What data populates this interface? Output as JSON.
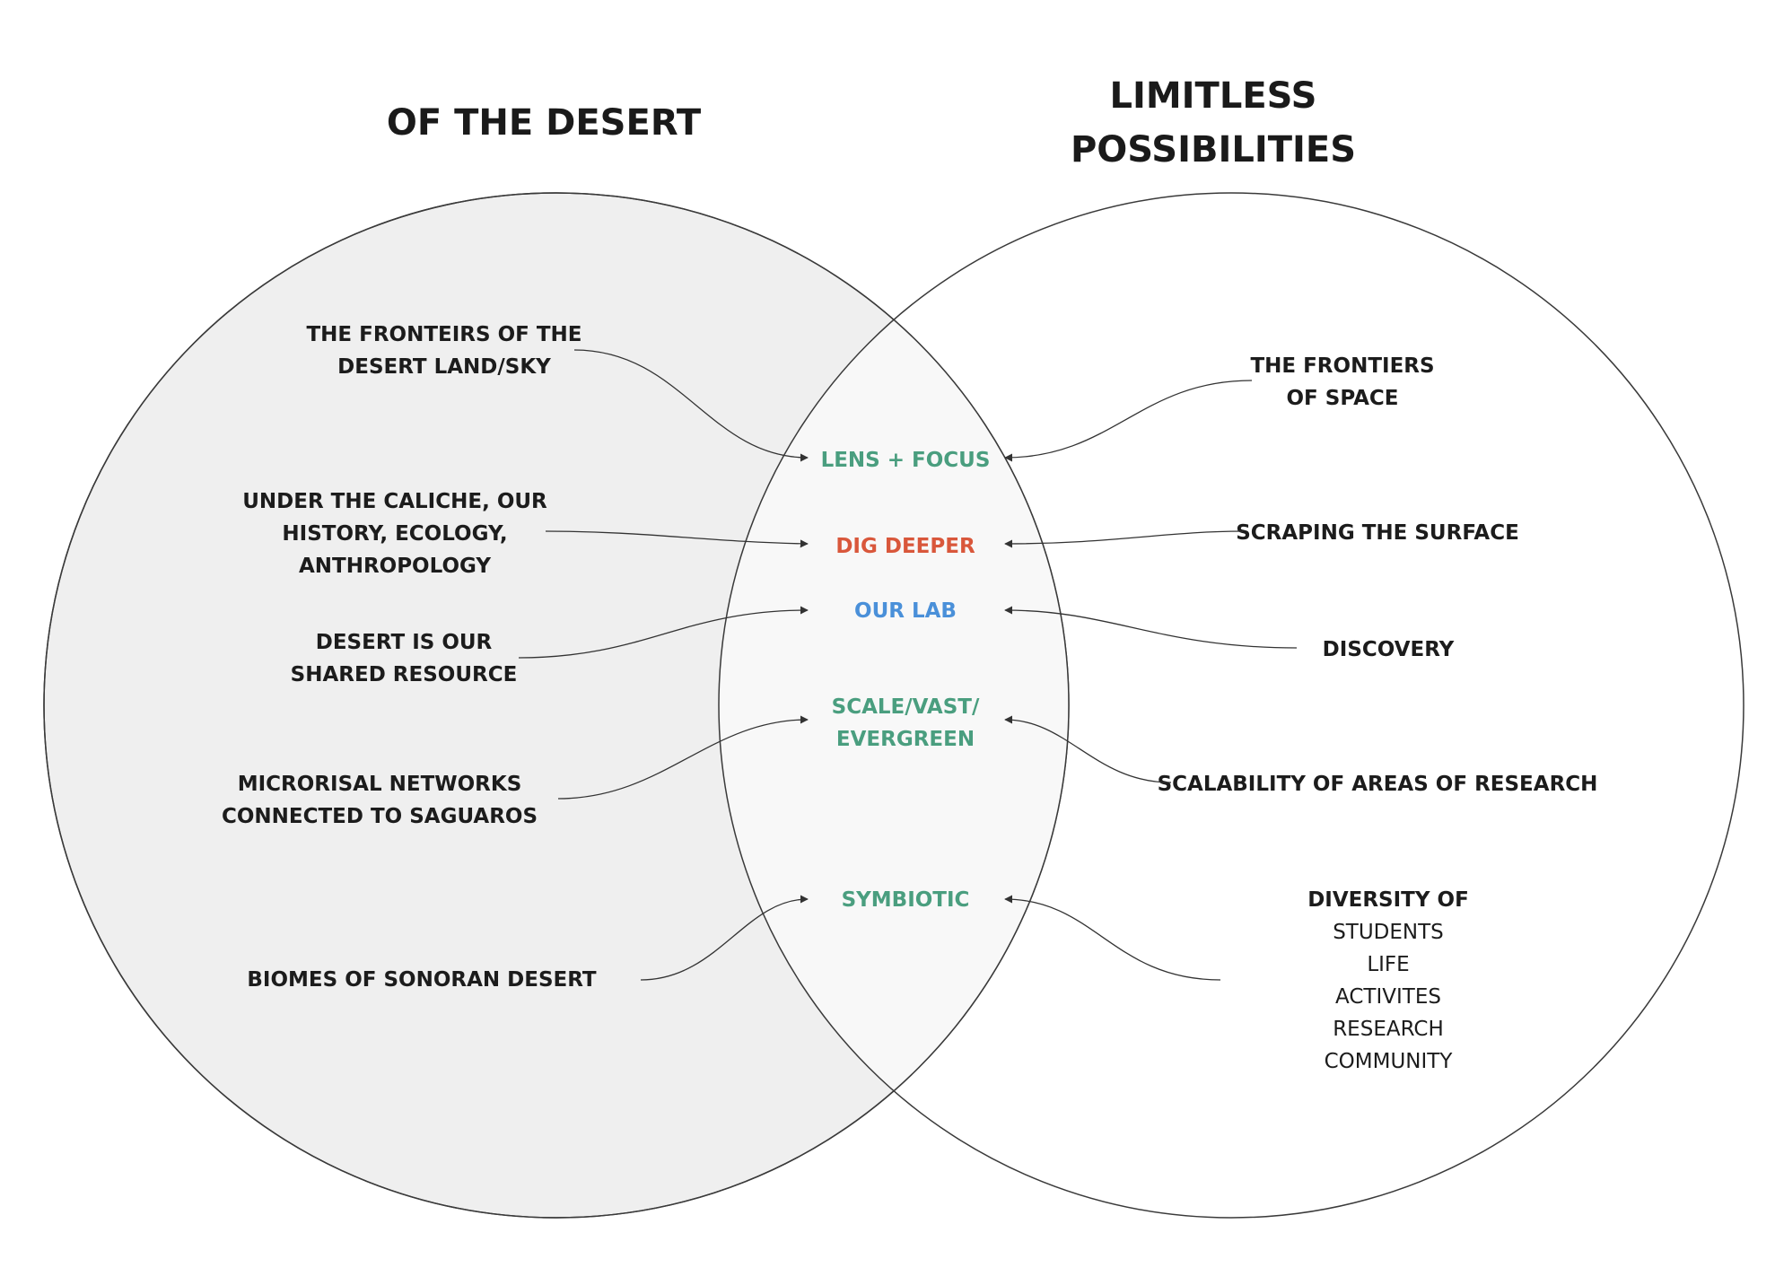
{
  "headings": {
    "left": "OF THE DESERT",
    "right_line1": "LIMITLESS",
    "right_line2": "POSSIBILITIES"
  },
  "left_labels": {
    "fronteirs": [
      "THE FRONTEIRS OF THE",
      "DESERT LAND/SKY"
    ],
    "caliche": [
      "UNDER THE CALICHE, OUR",
      "HISTORY, ECOLOGY,",
      "ANTHROPOLOGY"
    ],
    "resource": [
      "DESERT IS OUR",
      "SHARED RESOURCE"
    ],
    "networks": [
      "MICRORISAL NETWORKS",
      "CONNECTED TO SAGUAROS"
    ],
    "biomes": "BIOMES OF SONORAN DESERT"
  },
  "center_labels": {
    "lens": "LENS + FOCUS",
    "dig": "DIG DEEPER",
    "lab": "OUR LAB",
    "scale": [
      "SCALE/VAST/",
      "EVERGREEN"
    ],
    "symbiotic": "SYMBIOTIC"
  },
  "right_labels": {
    "frontiers_space": [
      "THE FRONTIERS",
      "OF SPACE"
    ],
    "scraping": "SCRAPING THE SURFACE",
    "discovery": "DISCOVERY",
    "scalability": "SCALABILITY OF AREAS OF RESEARCH",
    "diversity_title": "DIVERSITY OF",
    "diversity_items": [
      "STUDENTS",
      "LIFE",
      "ACTIVITES",
      "RESEARCH",
      "COMMUNITY"
    ]
  },
  "colors": {
    "green": "#4a9e7f",
    "red": "#d9573b",
    "blue": "#4a90d9",
    "left_fill": "#efefef",
    "overlap_fill": "#f8f8f8",
    "outline": "#3a3a3a"
  }
}
